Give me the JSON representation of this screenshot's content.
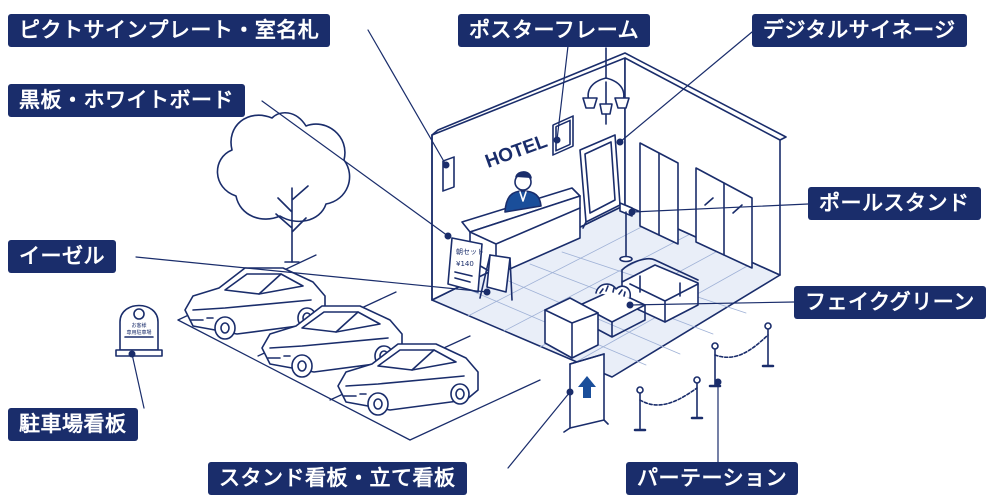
{
  "labels": {
    "pictogram_plate": "ピクトサインプレート・室名札",
    "poster_frame": "ポスターフレーム",
    "digital_signage": "デジタルサイネージ",
    "blackboard": "黒板・ホワイトボード",
    "pole_stand": "ポールスタンド",
    "easel": "イーゼル",
    "fake_green": "フェイクグリーン",
    "parking_sign": "駐車場看板",
    "stand_sign": "スタンド看板・立て看板",
    "partition": "パーテーション"
  },
  "scene": {
    "hotel_sign": "HOTEL",
    "easel_board_lines": [
      "朝セット",
      "¥140"
    ],
    "parking_sign_lines": [
      "お客様",
      "専用駐車場"
    ]
  },
  "colors": {
    "label_bg": "#1a2d6b",
    "label_text": "#ffffff",
    "line": "#1a2d6b",
    "floor": "#e9eef8",
    "wall": "#ffffff",
    "accent": "#1a4e9a"
  }
}
